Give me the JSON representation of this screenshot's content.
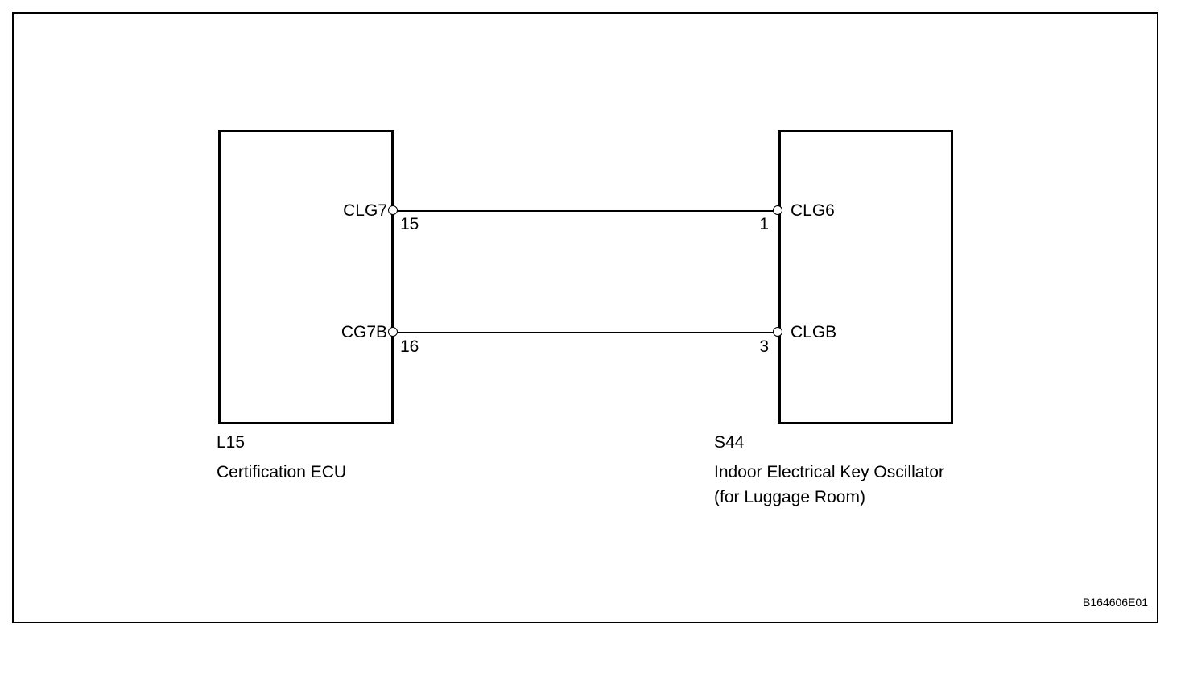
{
  "diagram": {
    "figure_code": "B164606E01",
    "wires": [
      {
        "from_terminal": "CLG7",
        "from_pin": "15",
        "to_terminal": "CLG6",
        "to_pin": "1"
      },
      {
        "from_terminal": "CG7B",
        "from_pin": "16",
        "to_terminal": "CLGB",
        "to_pin": "3"
      }
    ],
    "components": [
      {
        "id": "L15",
        "name": "Certification ECU",
        "name_line2": "",
        "pins": [
          {
            "terminal": "CLG7",
            "pin_number": "15"
          },
          {
            "terminal": "CG7B",
            "pin_number": "16"
          }
        ]
      },
      {
        "id": "S44",
        "name": "Indoor Electrical Key Oscillator",
        "name_line2": "(for Luggage Room)",
        "pins": [
          {
            "terminal": "CLG6",
            "pin_number": "1"
          },
          {
            "terminal": "CLGB",
            "pin_number": "3"
          }
        ]
      }
    ]
  }
}
